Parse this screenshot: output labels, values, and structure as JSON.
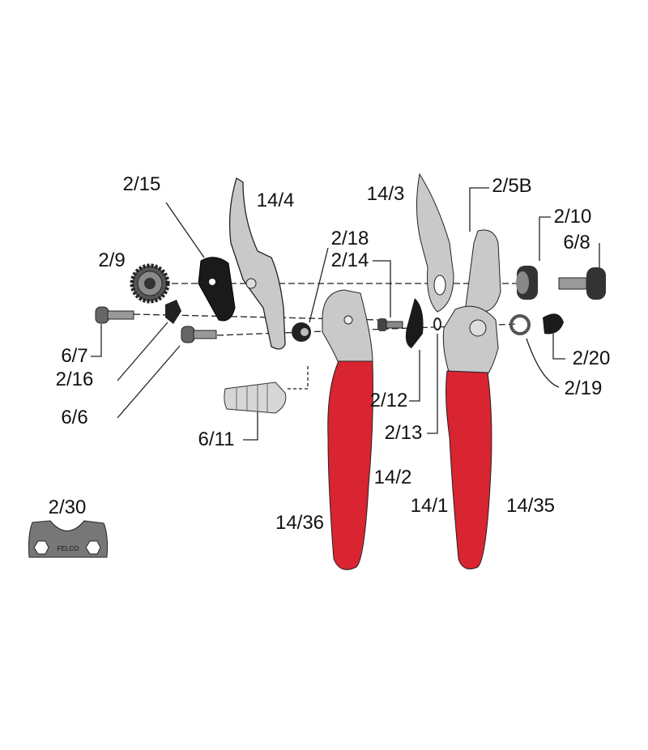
{
  "title": "Exploded parts diagram of pruning shears",
  "labels": {
    "p2_15": "2/15",
    "p14_4": "14/4",
    "p14_3": "14/3",
    "p2_5B": "2/5B",
    "p2_10": "2/10",
    "p6_8": "6/8",
    "p2_18": "2/18",
    "p2_14": "2/14",
    "p2_9": "2/9",
    "p6_7": "6/7",
    "p2_16": "2/16",
    "p6_6": "6/6",
    "p6_11": "6/11",
    "p2_12": "2/12",
    "p2_13": "2/13",
    "p2_20": "2/20",
    "p2_19": "2/19",
    "p14_2": "14/2",
    "p14_1": "14/1",
    "p14_35": "14/35",
    "p14_36": "14/36",
    "p2_30": "2/30"
  },
  "logo_text": "FELCO",
  "colors": {
    "handle": "#d92432",
    "metal": "#c9c9c9",
    "dark": "#1a1a1a",
    "outline": "#222222"
  }
}
